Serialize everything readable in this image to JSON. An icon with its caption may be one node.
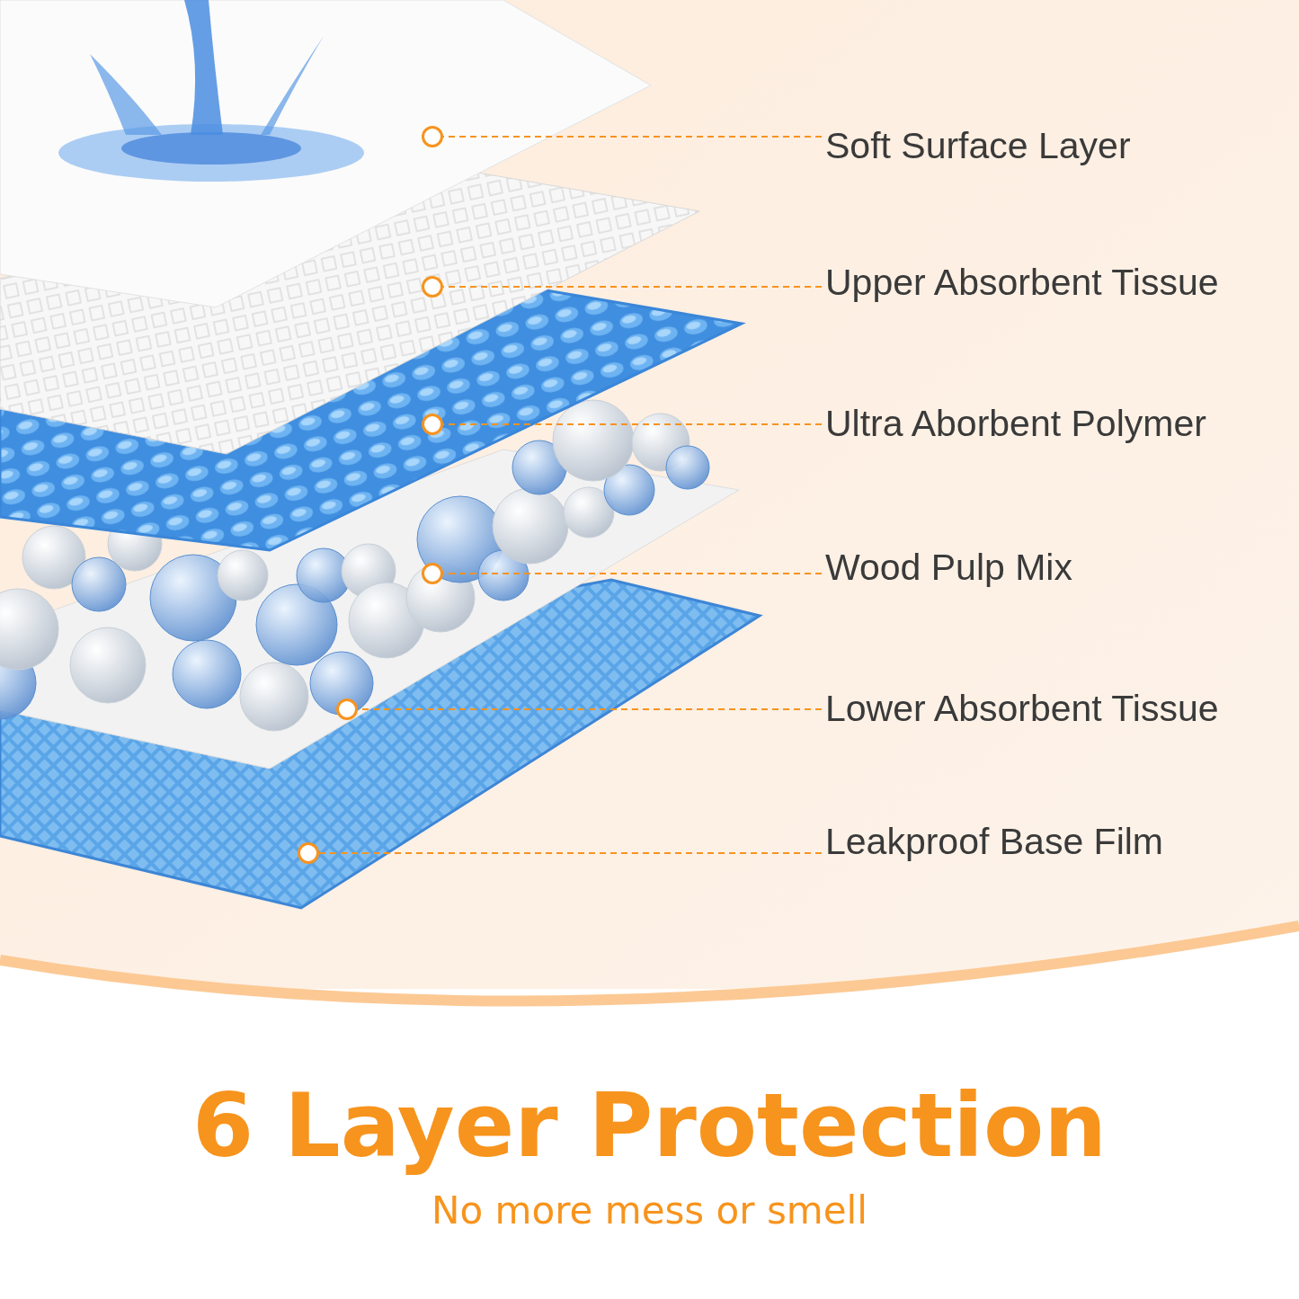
{
  "diagram": {
    "title": "6 Layer Protection",
    "nodes": [
      {
        "text": [
          "Soft Surface Layer"
        ]
      },
      {
        "text": [
          "Upper Absorbent Tissue"
        ]
      },
      {
        "text": [
          "Ultra Aborbent Polymer"
        ]
      },
      {
        "text": [
          "Wood Pulp Mix"
        ]
      },
      {
        "text": [
          "Lower Absorbent Tissue"
        ]
      },
      {
        "text": [
          "Leakproof Base Film"
        ]
      },
      {
        "text": [],
        "shape": "circle"
      },
      {
        "text": [],
        "shape": "circle"
      },
      {
        "text": [],
        "shape": "circle"
      },
      {
        "text": [],
        "shape": "circle"
      },
      {
        "text": [],
        "shape": "circle"
      },
      {
        "text": [],
        "shape": "circle"
      }
    ],
    "edges": [
      {
        "from": 0,
        "to": 6,
        "arrow": "none",
        "style": "dashed"
      },
      {
        "from": 1,
        "to": 7,
        "arrow": "none",
        "style": "dashed"
      },
      {
        "from": 2,
        "to": 8,
        "arrow": "none",
        "style": "dashed"
      },
      {
        "from": 3,
        "to": 9,
        "arrow": "none",
        "style": "dashed"
      },
      {
        "from": 4,
        "to": 10,
        "arrow": "none",
        "style": "dashed"
      },
      {
        "from": 5,
        "to": 11,
        "arrow": "none",
        "style": "dashed"
      }
    ],
    "labels": [
      "No more mess or smell"
    ]
  }
}
